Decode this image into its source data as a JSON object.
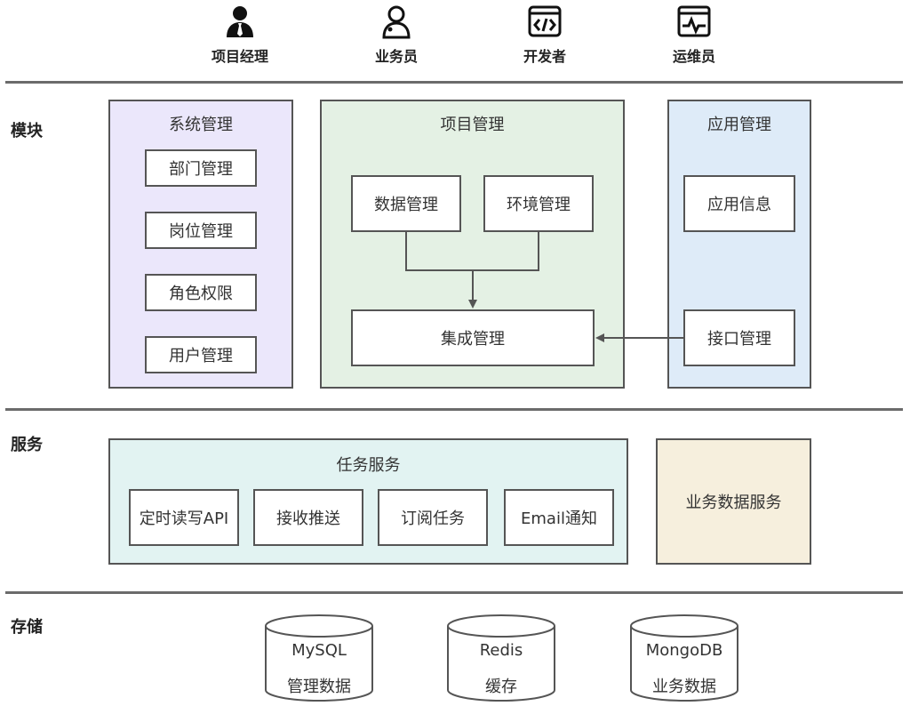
{
  "roles": [
    {
      "label": "项目经理",
      "icon": "manager-icon"
    },
    {
      "label": "业务员",
      "icon": "user-icon"
    },
    {
      "label": "开发者",
      "icon": "code-icon"
    },
    {
      "label": "运维员",
      "icon": "monitor-icon"
    }
  ],
  "sections": {
    "modules": "模块",
    "services": "服务",
    "storage": "存储"
  },
  "modules": {
    "system": {
      "title": "系统管理",
      "items": [
        "部门管理",
        "岗位管理",
        "角色权限",
        "用户管理"
      ],
      "color": "#ebe7fb"
    },
    "project": {
      "title": "项目管理",
      "data_mgmt": "数据管理",
      "env_mgmt": "环境管理",
      "integration": "集成管理",
      "color": "#e4f1e4"
    },
    "application": {
      "title": "应用管理",
      "app_info": "应用信息",
      "api_mgmt": "接口管理",
      "color": "#deebf8"
    }
  },
  "services": {
    "task": {
      "title": "任务服务",
      "items": [
        "定时读写API",
        "接收推送",
        "订阅任务",
        "Email通知"
      ],
      "color": "#e2f3f2"
    },
    "business": {
      "label": "业务数据服务",
      "color": "#f6efdd"
    }
  },
  "storage": [
    {
      "name": "MySQL",
      "desc": "管理数据"
    },
    {
      "name": "Redis",
      "desc": "缓存"
    },
    {
      "name": "MongoDB",
      "desc": "业务数据"
    }
  ]
}
